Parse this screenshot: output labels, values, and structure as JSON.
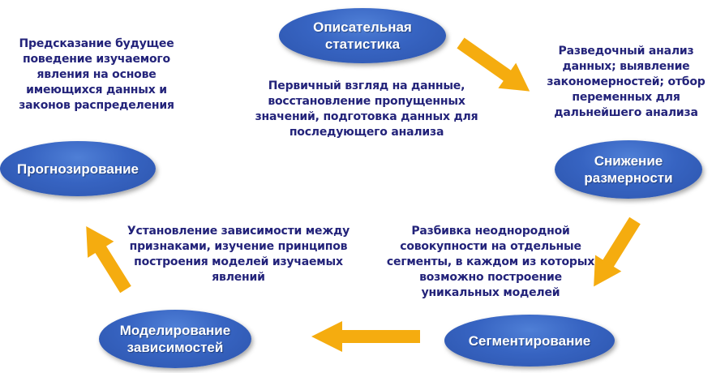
{
  "nodes": {
    "descriptive": "Описательная статистика",
    "dim_reduction": "Снижение размерности",
    "segmentation": "Сегментирование",
    "dependency": "Моделирование зависимостей",
    "forecasting": "Прогнозирование"
  },
  "descriptions": {
    "descriptive": "Первичный взгляд на данные, восстановление пропущенных значений, подготовка данных для последующего анализа",
    "dim_reduction": "Разведочный анализ данных; выявление закономерностей; отбор переменных для дальнейшего анализа",
    "segmentation": "Разбивка неоднородной совокупности на отдельные сегменты, в каждом из которых возможно построение уникальных моделей",
    "dependency": "Установление зависимости между признаками, изучение принципов построения моделей изучаемых явлений",
    "forecasting": "Предсказание будущее поведение изучаемого явления на основе имеющихся данных и законов распределения"
  },
  "colors": {
    "node_fill": "#3764c2",
    "text": "#23237a",
    "arrow": "#f5ac0f"
  },
  "icons": {
    "arrows": "block-arrow-icon"
  }
}
